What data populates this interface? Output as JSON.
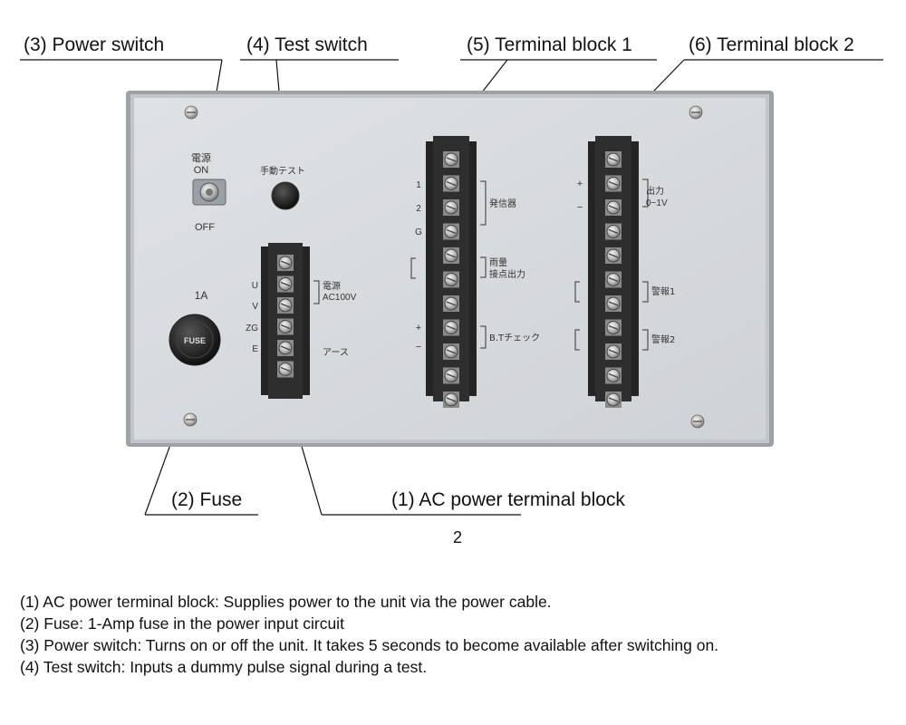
{
  "callouts": {
    "power_switch": "(3) Power switch",
    "test_switch": "(4) Test switch",
    "terminal_block_1": "(5) Terminal block 1",
    "terminal_block_2": "(6) Terminal block 2",
    "fuse": "(2) Fuse",
    "ac_power_terminal_block": "(1) AC power terminal block"
  },
  "panel": {
    "power_label_jp": "電源",
    "on_label": "ON",
    "off_label": "OFF",
    "test_label_jp": "手動テスト",
    "fuse_rating": "1A",
    "fuse_cap_text": "FUSE",
    "ac_block": {
      "terminal_letters": [
        "U",
        "V",
        "ZG",
        "E"
      ],
      "power_label_jp": "電源",
      "voltage_label": "AC100V",
      "earth_label_jp": "アース"
    },
    "tb1": {
      "terminal_labels": [
        "1",
        "2",
        "G",
        "",
        "",
        "+",
        "−"
      ],
      "oscillator_label_jp": "発信器",
      "rain_label_jp": "雨量",
      "contact_output_label_jp": "接点出力",
      "bt_check_label": "B.Tチェック"
    },
    "tb2": {
      "plus_label": "+",
      "minus_label": "−",
      "output_label_jp": "出力",
      "output_range": "0~1V",
      "alarm1_label_jp": "警報1",
      "alarm2_label_jp": "警報2"
    }
  },
  "page_number": "2",
  "descriptions": [
    "(1) AC power terminal block: Supplies power to the unit via the power cable.",
    "(2) Fuse: 1-Amp fuse in the power input circuit",
    "(3) Power switch: Turns on or off the unit. It takes 5 seconds to become available after switching on.",
    "(4) Test switch: Inputs a dummy pulse signal during a test."
  ],
  "colors": {
    "panel_face": "#d6d9dc",
    "panel_frame": "#b8bbbf",
    "terminal_block": "#2e2e2e",
    "screw": "#c9c9c9"
  }
}
